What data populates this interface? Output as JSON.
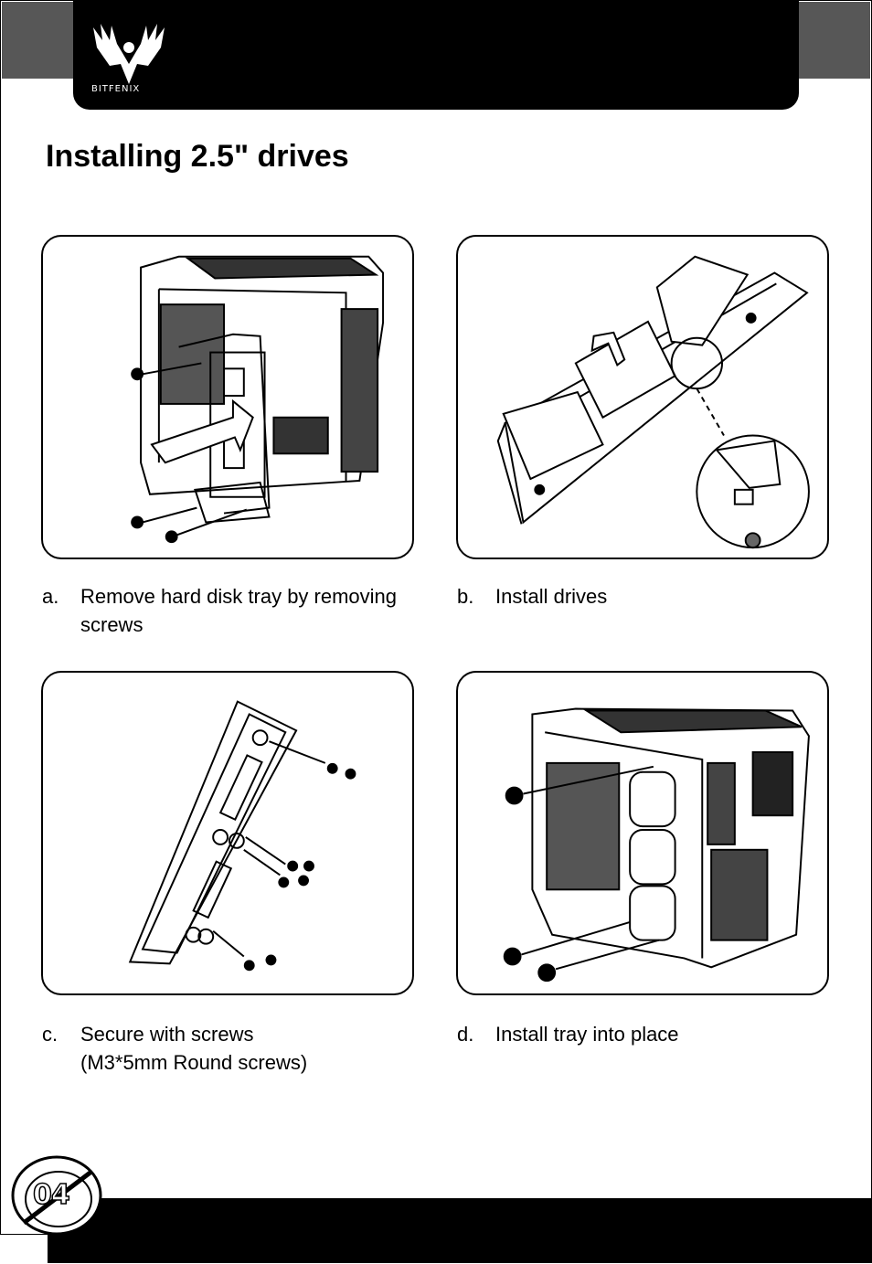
{
  "header": {
    "brand_name": "BITFENIX",
    "logo_icon": "phoenix-wings-icon"
  },
  "page": {
    "title": "Installing 2.5\" drives",
    "page_number": "04"
  },
  "steps": [
    {
      "letter": "a.",
      "line1": "Remove hard disk tray by removing",
      "line2": "screws",
      "illustration": "remove-tray-illustration"
    },
    {
      "letter": "b.",
      "line1": "Install drives",
      "line2": "",
      "illustration": "install-drives-illustration"
    },
    {
      "letter": "c.",
      "line1": "Secure with screws",
      "line2": "(M3*5mm Round screws)",
      "illustration": "secure-screws-illustration"
    },
    {
      "letter": "d.",
      "line1": "Install tray into place",
      "line2": "",
      "illustration": "install-tray-illustration"
    }
  ],
  "colors": {
    "header_bg": "#000000",
    "corner_tab": "#575757",
    "text": "#000000"
  }
}
